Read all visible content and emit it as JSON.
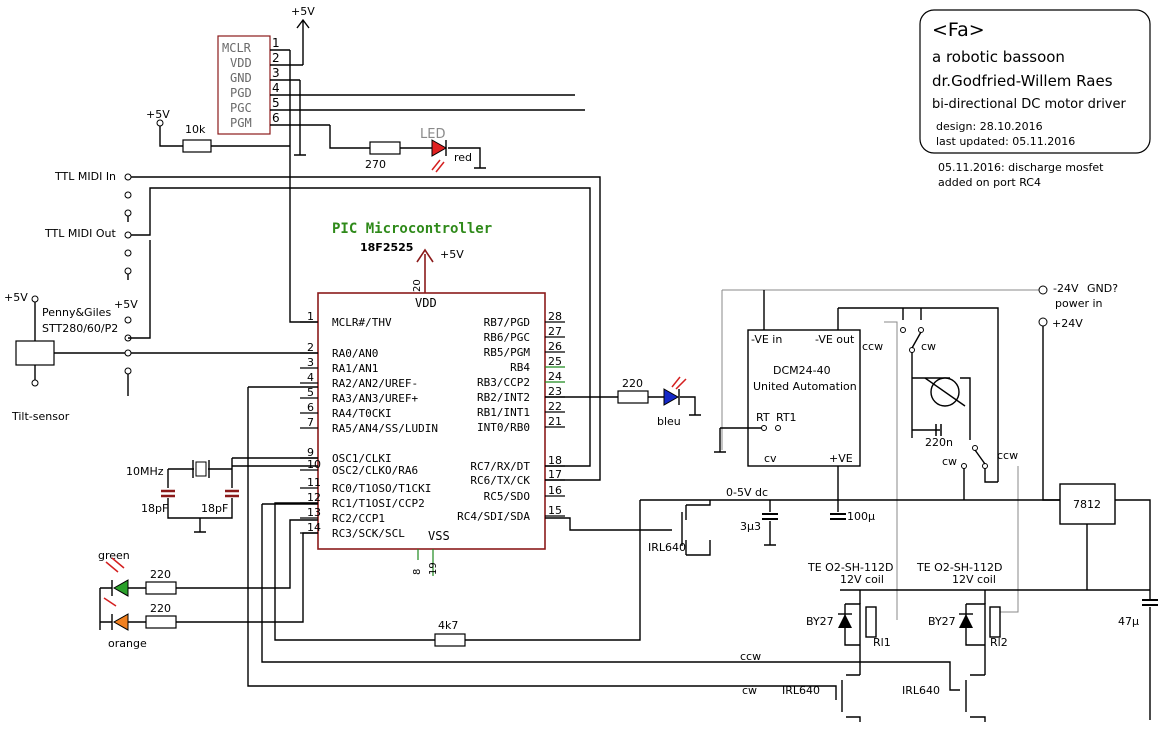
{
  "title_block": {
    "name": "<Fa>",
    "line1": "a robotic bassoon",
    "line2": "dr.Godfried-Willem Raes",
    "line3": "bi-directional DC motor driver",
    "design": "design: 28.10.2016",
    "updated": "last updated:   05.11.2016",
    "note1": "05.11.2016: discharge mosfet",
    "note2": "added on port RC4"
  },
  "icsp": {
    "pins": [
      "MCLR",
      "VDD",
      "GND",
      "PGD",
      "PGC",
      "PGM"
    ],
    "numbers": [
      "1",
      "2",
      "3",
      "4",
      "5",
      "6"
    ],
    "supply": "+5V"
  },
  "mcu": {
    "title": "PIC Microcontroller",
    "part": "18F2525",
    "supply": "+5V",
    "vdd_pin": "20",
    "vdd_label": "VDD",
    "vss_label": "VSS",
    "vss_pins": [
      "8",
      "19"
    ],
    "left": [
      {
        "num": "1",
        "label": "MCLR#/THV"
      },
      {
        "num": "2",
        "label": "RA0/AN0"
      },
      {
        "num": "3",
        "label": "RA1/AN1"
      },
      {
        "num": "4",
        "label": "RA2/AN2/UREF-"
      },
      {
        "num": "5",
        "label": "RA3/AN3/UREF+"
      },
      {
        "num": "6",
        "label": "RA4/T0CKI"
      },
      {
        "num": "7",
        "label": "RA5/AN4/SS/LUDIN"
      },
      {
        "num": "9",
        "label": "OSC1/CLKI"
      },
      {
        "num": "10",
        "label": "OSC2/CLKO/RA6"
      },
      {
        "num": "11",
        "label": "RC0/T1OSO/T1CKI"
      },
      {
        "num": "12",
        "label": "RC1/T1OSI/CCP2"
      },
      {
        "num": "13",
        "label": "RC2/CCP1"
      },
      {
        "num": "14",
        "label": "RC3/SCK/SCL"
      }
    ],
    "right": [
      {
        "num": "28",
        "label": "RB7/PGD"
      },
      {
        "num": "27",
        "label": "RB6/PGC"
      },
      {
        "num": "26",
        "label": "RB5/PGM"
      },
      {
        "num": "25",
        "label": "RB4"
      },
      {
        "num": "24",
        "label": "RB3/CCP2"
      },
      {
        "num": "23",
        "label": "RB2/INT2"
      },
      {
        "num": "22",
        "label": "RB1/INT1"
      },
      {
        "num": "21",
        "label": "INT0/RB0"
      },
      {
        "num": "18",
        "label": "RC7/RX/DT"
      },
      {
        "num": "17",
        "label": "RC6/TX/CK"
      },
      {
        "num": "16",
        "label": "RC5/SDO"
      },
      {
        "num": "15",
        "label": "RC4/SDI/SDA"
      }
    ]
  },
  "labels": {
    "plus5v": "+5V",
    "r10k": "10k",
    "r270": "270",
    "led": "LED",
    "red": "red",
    "midi_in": "TTL MIDI In",
    "midi_out": "TTL MIDI Out",
    "penny1": "Penny&Giles",
    "penny2": "STT280/60/P2",
    "tilt": "Tilt-sensor",
    "xtal": "10MHz",
    "cap18a": "18pF",
    "cap18b": "18pF",
    "green": "green",
    "orange": "orange",
    "r220a": "220",
    "r220b": "220",
    "r220c": "220",
    "bleu": "bleu",
    "r4k7": "4k7",
    "v24neg": "-24V",
    "gnd_q": "GND?",
    "power_in": "power in",
    "v24pos": "+24V",
    "ve_in": "-VE in",
    "ve_out": "-VE out",
    "dcm1": "DCM24-40",
    "dcm2": "United Automation",
    "rt": "RT",
    "rt1": "RT1",
    "cv": "cv",
    "plus_ve": "+VE",
    "ccw_a": "ccw",
    "cw_a": "cw",
    "c220n": "220n",
    "cw_b": "cw",
    "ccw_b": "ccw",
    "dc": "0-5V dc",
    "c3u3": "3µ3",
    "c100u": "100µ",
    "reg": "7812",
    "c47u": "47µ",
    "irl_a": "IRL640",
    "irl_b": "IRL640",
    "irl_c": "IRL640",
    "relay1": "TE O2-SH-112D",
    "coil1": "12V coil",
    "relay2": "TE O2-SH-112D",
    "coil2": "12V coil",
    "by27a": "BY27",
    "by27b": "BY27",
    "rl1": "Rl1",
    "rl2": "Rl2",
    "ccw_c": "ccw",
    "cw_c": "cw"
  }
}
